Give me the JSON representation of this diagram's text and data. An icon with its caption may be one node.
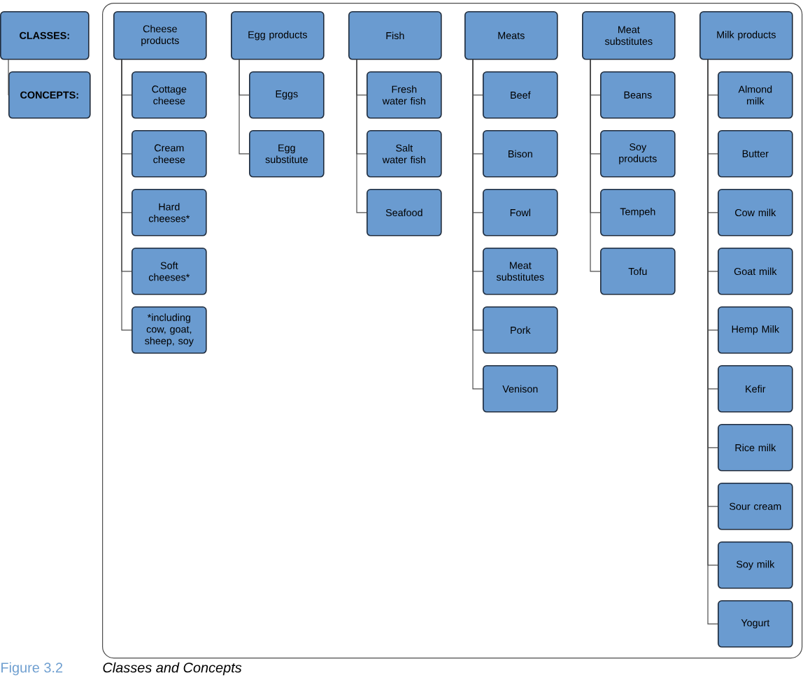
{
  "diagram": {
    "caption": "Classes and Concepts",
    "nodes": [
      {
        "text": [
          "CLASSES:"
        ]
      },
      {
        "text": [
          "CONCEPTS:"
        ]
      },
      {
        "text": [],
        "shape": "box"
      },
      {
        "text": [
          "Cheese products"
        ],
        "in": 2
      },
      {
        "text": [
          "Cottage cheese"
        ],
        "in": 2
      },
      {
        "text": [
          "Cream cheese"
        ],
        "in": 2
      },
      {
        "text": [
          "Hard cheeses*"
        ],
        "in": 2
      },
      {
        "text": [
          "Soft cheeses*"
        ],
        "in": 2
      },
      {
        "text": [
          "*including cow, goat, sheep, soy"
        ],
        "in": 2
      },
      {
        "text": [
          "Egg products"
        ],
        "in": 2
      },
      {
        "text": [
          "Eggs"
        ],
        "in": 2
      },
      {
        "text": [
          "Egg substitute"
        ],
        "in": 2
      },
      {
        "text": [
          "Fish"
        ],
        "in": 2
      },
      {
        "text": [
          "Fresh water fish"
        ],
        "in": 2
      },
      {
        "text": [
          "Salt water fish"
        ],
        "in": 2
      },
      {
        "text": [
          "Seafood"
        ],
        "in": 2
      },
      {
        "text": [
          "Meats"
        ],
        "in": 2
      },
      {
        "text": [
          "Beef"
        ],
        "in": 2
      },
      {
        "text": [
          "Bison"
        ],
        "in": 2
      },
      {
        "text": [
          "Fowl"
        ],
        "in": 2
      },
      {
        "text": [
          "Meat substitutes"
        ],
        "in": 2
      },
      {
        "text": [
          "Pork"
        ],
        "in": 2
      },
      {
        "text": [
          "Venison"
        ],
        "in": 2
      },
      {
        "text": [
          "Meat substitutes"
        ],
        "in": 2
      },
      {
        "text": [
          "Beans"
        ],
        "in": 2
      },
      {
        "text": [
          "Soy products"
        ],
        "in": 2
      },
      {
        "text": [
          "Tempeh"
        ],
        "in": 2
      },
      {
        "text": [
          "Tofu"
        ],
        "in": 2
      },
      {
        "text": [
          "Milk products"
        ],
        "in": 2
      },
      {
        "text": [
          "Almond milk"
        ],
        "in": 2
      },
      {
        "text": [
          "Butter"
        ],
        "in": 2
      },
      {
        "text": [
          "Cow milk"
        ],
        "in": 2
      },
      {
        "text": [
          "Goat milk"
        ],
        "in": 2
      },
      {
        "text": [
          "Hemp Milk"
        ],
        "in": 2
      },
      {
        "text": [
          "Kefir"
        ],
        "in": 2
      },
      {
        "text": [
          "Rice milk"
        ],
        "in": 2
      },
      {
        "text": [
          "Sour cream"
        ],
        "in": 2
      },
      {
        "text": [
          "Soy milk"
        ],
        "in": 2
      },
      {
        "text": [
          "Yogurt"
        ],
        "in": 2
      }
    ],
    "edges": [
      {
        "from": 0,
        "to": 1,
        "arrow": "none"
      },
      {
        "from": 3,
        "to": 4,
        "arrow": "none"
      },
      {
        "from": 3,
        "to": 5,
        "arrow": "none"
      },
      {
        "from": 3,
        "to": 6,
        "arrow": "none"
      },
      {
        "from": 3,
        "to": 7,
        "arrow": "none"
      },
      {
        "from": 3,
        "to": 8,
        "arrow": "none"
      },
      {
        "from": 9,
        "to": 10,
        "arrow": "none"
      },
      {
        "from": 9,
        "to": 11,
        "arrow": "none"
      },
      {
        "from": 12,
        "to": 13,
        "arrow": "none"
      },
      {
        "from": 12,
        "to": 14,
        "arrow": "none"
      },
      {
        "from": 12,
        "to": 15,
        "arrow": "none"
      },
      {
        "from": 16,
        "to": 17,
        "arrow": "none"
      },
      {
        "from": 16,
        "to": 18,
        "arrow": "none"
      },
      {
        "from": 16,
        "to": 19,
        "arrow": "none"
      },
      {
        "from": 16,
        "to": 20,
        "arrow": "none"
      },
      {
        "from": 16,
        "to": 21,
        "arrow": "none"
      },
      {
        "from": 16,
        "to": 22,
        "arrow": "none"
      },
      {
        "from": 23,
        "to": 24,
        "arrow": "none"
      },
      {
        "from": 23,
        "to": 25,
        "arrow": "none"
      },
      {
        "from": 23,
        "to": 26,
        "arrow": "none"
      },
      {
        "from": 23,
        "to": 27,
        "arrow": "none"
      },
      {
        "from": 28,
        "to": 29,
        "arrow": "none"
      },
      {
        "from": 28,
        "to": 30,
        "arrow": "none"
      },
      {
        "from": 28,
        "to": 31,
        "arrow": "none"
      },
      {
        "from": 28,
        "to": 32,
        "arrow": "none"
      },
      {
        "from": 28,
        "to": 33,
        "arrow": "none"
      },
      {
        "from": 28,
        "to": 34,
        "arrow": "none"
      },
      {
        "from": 28,
        "to": 35,
        "arrow": "none"
      },
      {
        "from": 28,
        "to": 36,
        "arrow": "none"
      },
      {
        "from": 28,
        "to": 37,
        "arrow": "none"
      },
      {
        "from": 28,
        "to": 38,
        "arrow": "none"
      }
    ],
    "labels": [
      "Figure 3.2"
    ]
  }
}
